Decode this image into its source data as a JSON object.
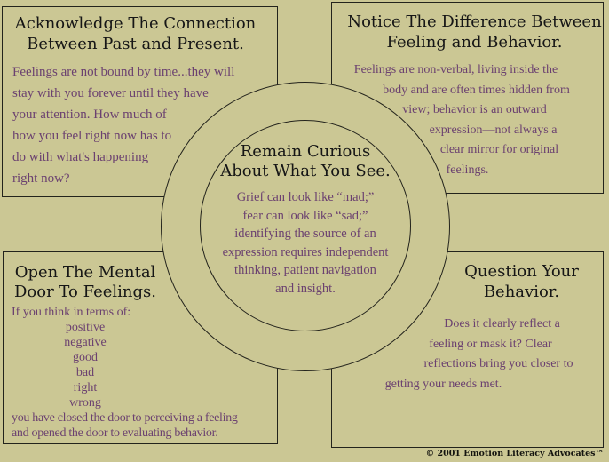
{
  "colors": {
    "background": "#cbc794",
    "line": "#23231c",
    "title_text": "#161616",
    "body_text": "#6b4170"
  },
  "panels": {
    "top_left": {
      "title": "Acknowledge The Connection\nBetween Past and Present.",
      "body": "Feelings are not bound by time...they will\nstay with you forever until they have\nyour attention. How much of\nhow you feel right now has to\ndo with what's happening\nright now?"
    },
    "top_right": {
      "title": "Notice The Difference Between\nFeeling and Behavior.",
      "body_lines": [
        "Feelings are non-verbal, living inside the",
        "body and are often times hidden from",
        "view; behavior is an outward",
        "expression—not always a",
        "clear mirror for original",
        "feelings."
      ]
    },
    "bottom_left": {
      "title": "Open The Mental\nDoor To Feelings.",
      "intro": "If you think in terms of:",
      "list": "positive\nnegative\ngood\nbad\nright\nwrong",
      "outro": "you have closed the door to perceiving a feeling\nand opened the door to evaluating behavior."
    },
    "bottom_right": {
      "title": "Question Your\nBehavior.",
      "body_lines": [
        "Does it clearly reflect a",
        "feeling or mask it? Clear",
        "reflections bring you closer to",
        "getting your needs met."
      ]
    }
  },
  "center": {
    "title": "Remain Curious\nAbout What You See.",
    "body": "Grief can look like “mad;”\nfear can look like “sad;”\nidentifying the source of an\nexpression requires independent\nthinking, patient navigation\nand insight."
  },
  "footer": {
    "copyright": "© 2001 Emotion Literacy Advocates™"
  }
}
